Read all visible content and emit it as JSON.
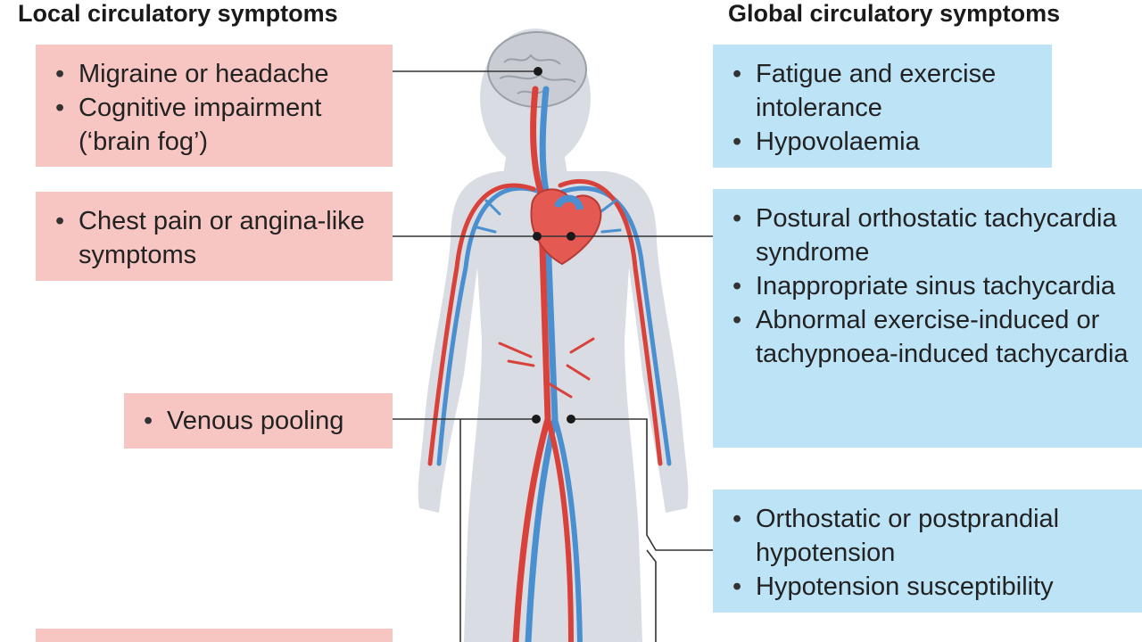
{
  "headings": {
    "local": "Local circulatory symptoms",
    "global": "Global circulatory symptoms"
  },
  "local_boxes": [
    {
      "items": [
        "Migraine or headache",
        "Cognitive impairment (‘brain fog’)"
      ]
    },
    {
      "items": [
        "Chest pain or angina-like symptoms"
      ]
    },
    {
      "items": [
        "Venous pooling"
      ]
    }
  ],
  "global_boxes": [
    {
      "items": [
        "Fatigue and exercise intolerance",
        "Hypovolaemia"
      ]
    },
    {
      "items": [
        "Postural orthostatic tachycardia syndrome",
        "Inappropriate sinus tachycardia",
        "Abnormal exercise-induced or tachypnoea-induced tachycardia"
      ]
    },
    {
      "items": [
        "Orthostatic or postprandial hypotension",
        "Hypotension susceptibility"
      ]
    }
  ],
  "colors": {
    "local_box": "#f7c6c3",
    "global_box": "#bde3f7",
    "artery": "#d9423b",
    "vein": "#4a8fd0",
    "body_silhouette": "#d9dde3",
    "brain": "#c9ccd2"
  }
}
